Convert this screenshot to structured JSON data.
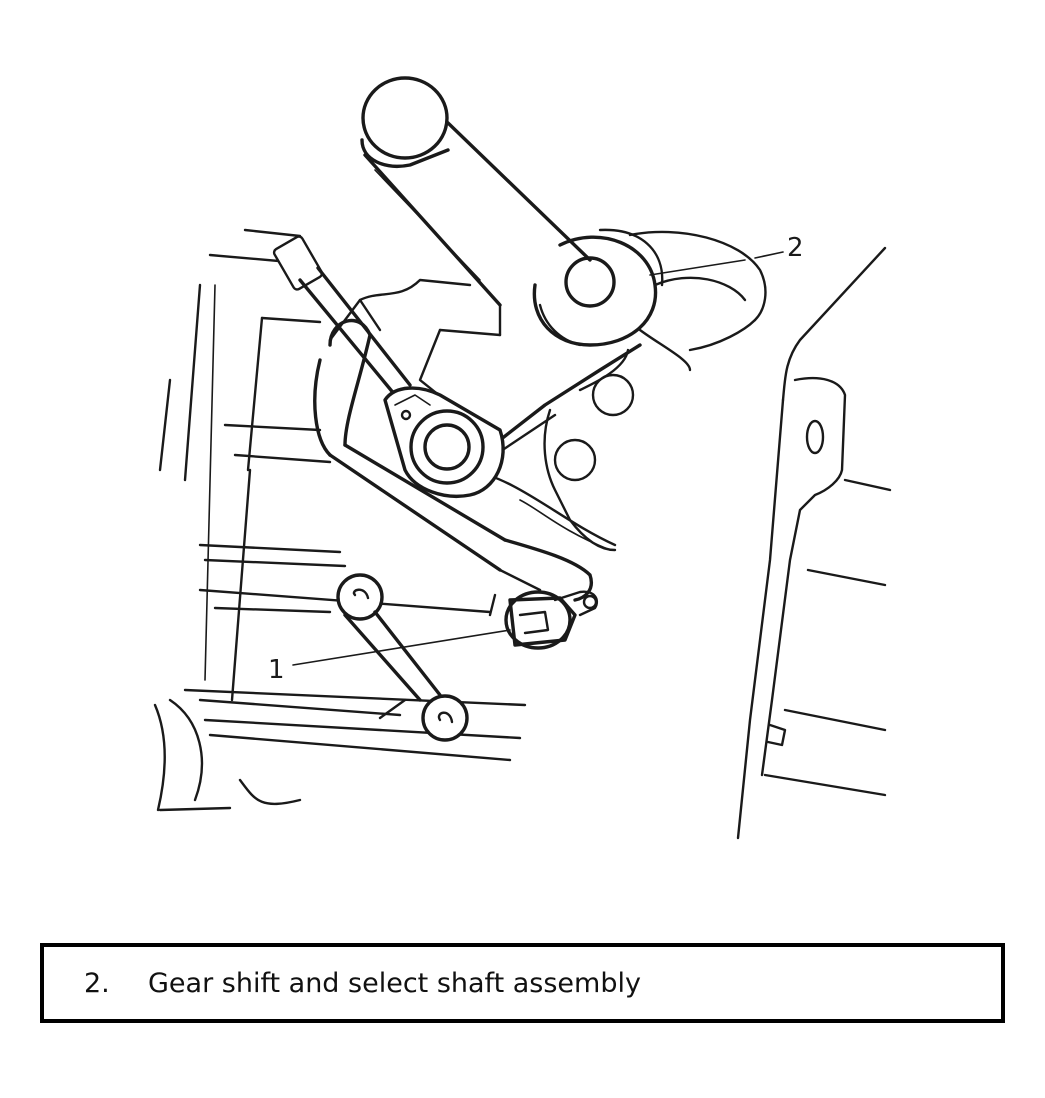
{
  "diagram": {
    "callouts": [
      {
        "id": "1",
        "label": "1"
      },
      {
        "id": "2",
        "label": "2"
      }
    ]
  },
  "caption": {
    "number": "2.",
    "text": "Gear shift and select shaft assembly"
  }
}
